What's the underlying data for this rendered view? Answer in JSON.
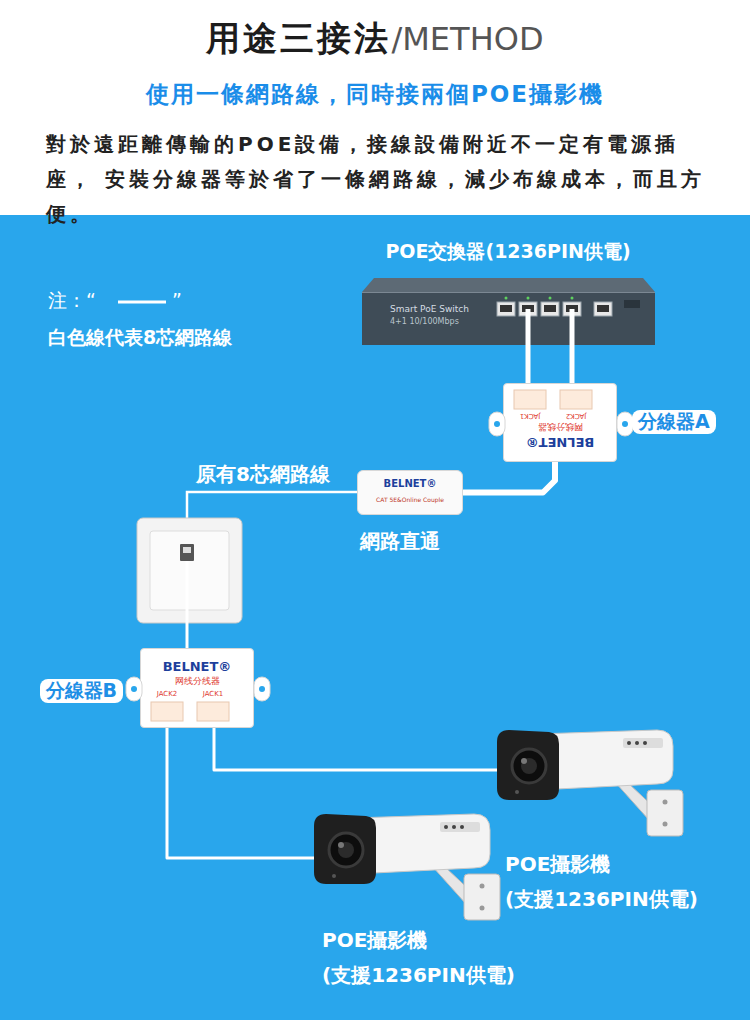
{
  "diagram": {
    "title": "用途三接法",
    "nodes": [
      {
        "text": [
          "POE交換器(1236PIN供電)",
          "Smart PoE Switch",
          "4+1 10/100Mbps"
        ]
      },
      {
        "text": [
          "分線器A",
          "BELNET®",
          "网线分线器",
          "JACK1",
          "JACK2"
        ]
      },
      {
        "text": [
          "BELNET®",
          "CAT 5E&Online Couple",
          "網路直通"
        ]
      },
      {
        "text": [
          "分線器B",
          "BELNET®",
          "网线分线器",
          "JACK2",
          "JACK1"
        ]
      },
      {
        "text": [
          "POE攝影機",
          "(支援1236PIN供電)"
        ]
      },
      {
        "text": [
          "POE攝影機",
          "(支援1236PIN供電)"
        ]
      }
    ],
    "edges": [
      {
        "from": 0,
        "to": 1,
        "arrow": "none"
      },
      {
        "from": 0,
        "to": 1,
        "arrow": "none"
      },
      {
        "from": 1,
        "to": 2,
        "arrow": "none"
      },
      {
        "from": 3,
        "to": 4,
        "arrow": "none"
      },
      {
        "from": 3,
        "to": 5,
        "arrow": "none"
      }
    ],
    "labels": [
      "/METHOD",
      "使用一條網路線，同時接兩個POE攝影機",
      "對於遠距離傳輸的POE設備，接線設備附近不一定有電源插座， 安裝分線器等於省了一條網路線，減少布線成本，而且方便。",
      "注：“",
      "”",
      "原有8芯網路線"
    ],
    "legend": [
      {
        "text": "白色線代表8芯網路線"
      }
    ]
  }
}
